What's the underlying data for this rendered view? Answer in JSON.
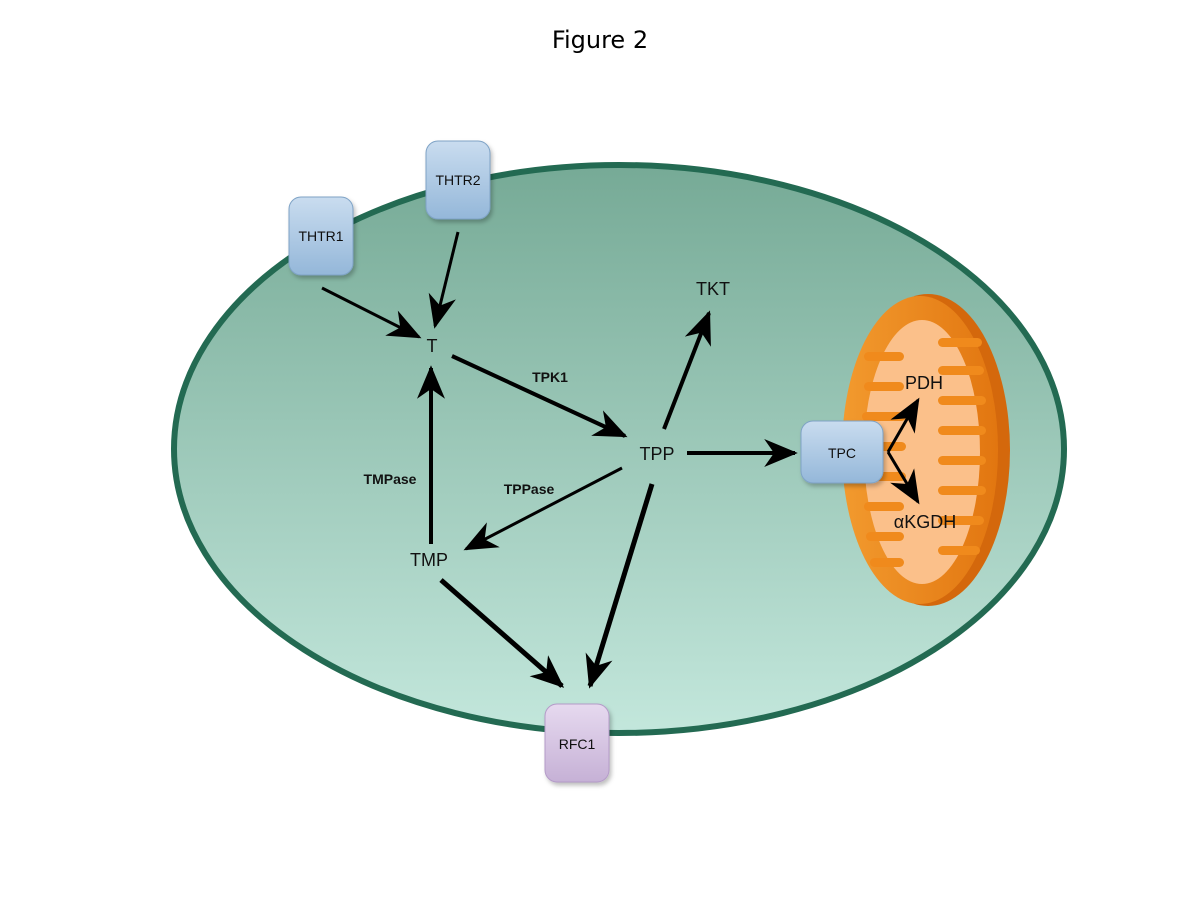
{
  "title": "Figure 2",
  "colors": {
    "cell_border": "#236a52",
    "cell_fill_top": "#76aa96",
    "cell_fill_bottom": "#c3e7dc",
    "mito_outer": "#ed8a1a",
    "mito_inner": "#fbc08a",
    "transporter_blue": "#aac8e4",
    "transporter_purple": "#d6c4e2",
    "arrow": "#000000"
  },
  "nodes": {
    "t": "T",
    "tpp": "TPP",
    "tmp": "TMP",
    "tkt": "TKT",
    "pdh": "PDH",
    "akgdh": "αKGDH"
  },
  "enzymes": {
    "tpk1": "TPK1",
    "tppase": "TPPase",
    "tmpase": "TMPase"
  },
  "transporters": {
    "thtr1": "THTR1",
    "thtr2": "THTR2",
    "tpc": "TPC",
    "rfc1": "RFC1"
  }
}
